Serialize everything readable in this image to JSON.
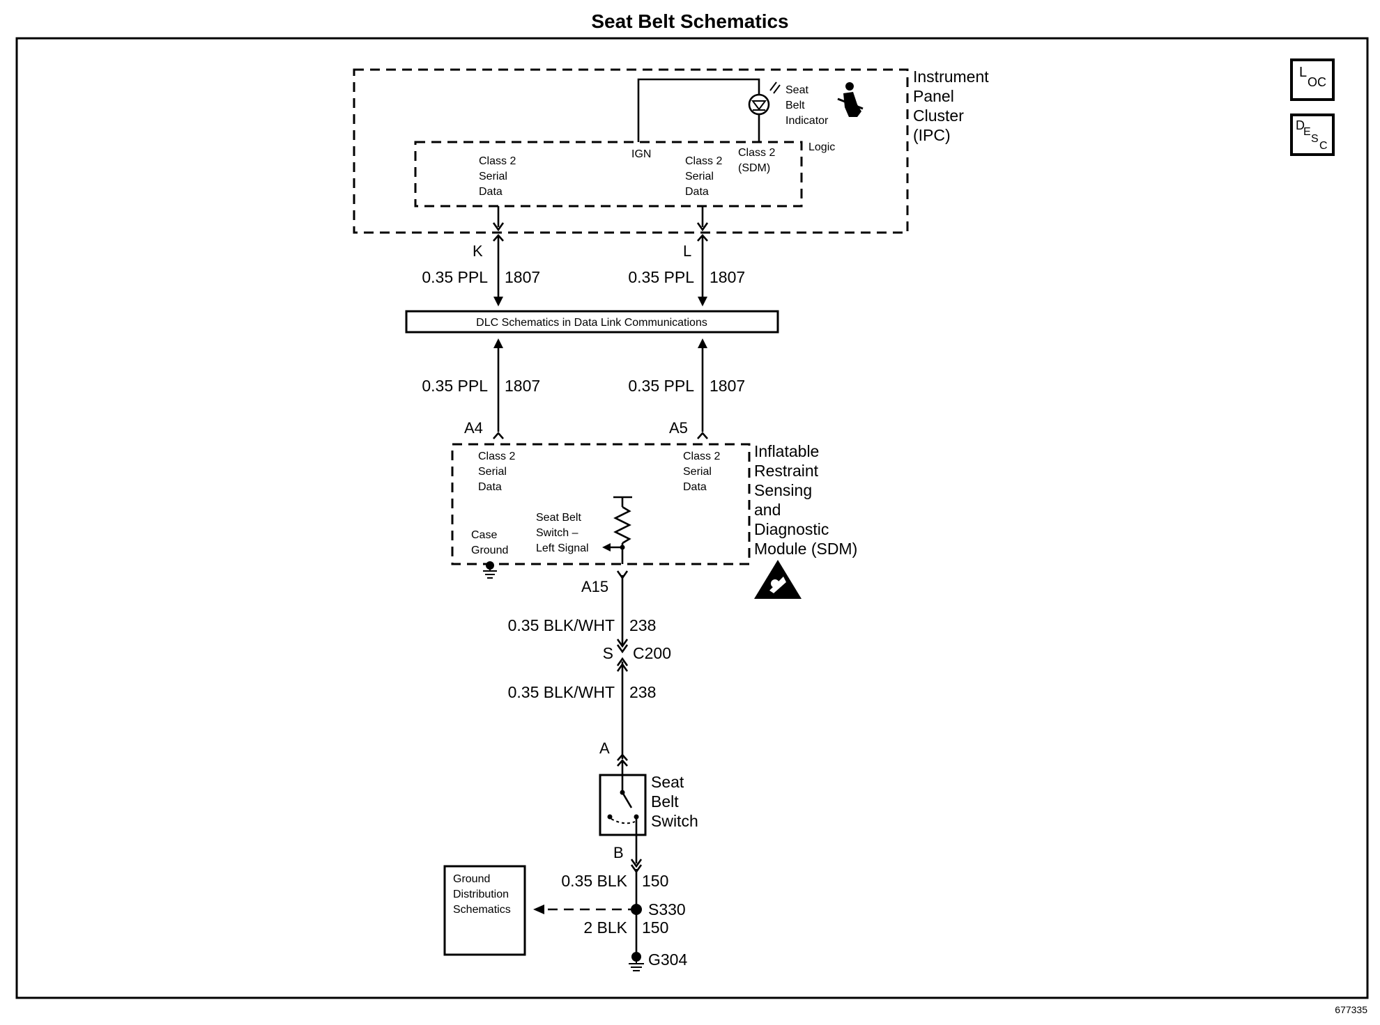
{
  "title": "Seat Belt Schematics",
  "figure_number": "677335",
  "icons": {
    "loc": {
      "big": "L",
      "sub": "OC"
    },
    "desc": {
      "big": "D",
      "sub1": "E",
      "sub2": "S",
      "sub3": "C"
    },
    "seat_belt_icon": "seat-belt-person-icon",
    "sdm_icon": "airbag-warning-icon"
  },
  "ipc": {
    "name": [
      "Instrument",
      "Panel",
      "Cluster",
      "(IPC)"
    ],
    "logic": "Logic",
    "ign": "IGN",
    "left_data": [
      "Class 2",
      "Serial",
      "Data"
    ],
    "right_data": [
      "Class 2",
      "Serial",
      "Data"
    ],
    "class2_sdm": [
      "Class 2",
      "(SDM)"
    ],
    "indicator": [
      "Seat",
      "Belt",
      "Indicator"
    ],
    "pin_left": "K",
    "pin_right": "L"
  },
  "wires_top": {
    "left": {
      "gauge_color": "0.35 PPL",
      "circuit": "1807"
    },
    "right": {
      "gauge_color": "0.35 PPL",
      "circuit": "1807"
    }
  },
  "dlc": "DLC Schematics in Data Link Communications",
  "wires_mid": {
    "left": {
      "gauge_color": "0.35 PPL",
      "circuit": "1807"
    },
    "right": {
      "gauge_color": "0.35 PPL",
      "circuit": "1807"
    }
  },
  "sdm": {
    "name": [
      "Inflatable",
      "Restraint",
      "Sensing",
      "and",
      "Diagnostic",
      "Module (SDM)"
    ],
    "pin_left": "A4",
    "pin_right": "A5",
    "left_data": [
      "Class 2",
      "Serial",
      "Data"
    ],
    "right_data": [
      "Class 2",
      "Serial",
      "Data"
    ],
    "case_ground": [
      "Case",
      "Ground"
    ],
    "switch_signal": [
      "Seat Belt",
      "Switch –",
      "Left Signal"
    ],
    "pin_bottom": "A15"
  },
  "wire_238_top": {
    "gauge_color": "0.35 BLK/WHT",
    "circuit": "238"
  },
  "connector": {
    "pin": "S",
    "name": "C200"
  },
  "wire_238_bottom": {
    "gauge_color": "0.35 BLK/WHT",
    "circuit": "238"
  },
  "seat_switch": {
    "pin_a": "A",
    "pin_b": "B",
    "name": [
      "Seat",
      "Belt",
      "Switch"
    ]
  },
  "wire_150_top": {
    "gauge_color": "0.35 BLK",
    "circuit": "150"
  },
  "splice": "S330",
  "ground_dist": [
    "Ground",
    "Distribution",
    "Schematics"
  ],
  "wire_150_bottom": {
    "gauge_color": "2 BLK",
    "circuit": "150"
  },
  "ground": "G304"
}
